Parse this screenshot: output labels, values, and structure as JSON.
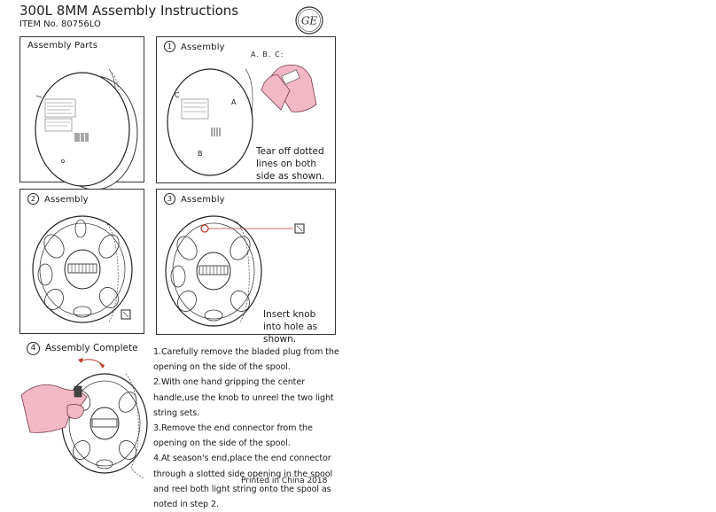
{
  "header": {
    "title": "300L 8MM Assembly Instructions",
    "item_number": "ITEM No. 80756LO",
    "logo_text": "GE"
  },
  "panels": {
    "parts": {
      "label": "Assembly Parts"
    },
    "step1": {
      "number": "1",
      "label": "Assembly",
      "tear_labels": "A. B. C:",
      "letter_a": "A",
      "letter_b": "B",
      "letter_c": "C",
      "note": "Tear off dotted lines on both side as shown."
    },
    "step2": {
      "number": "2",
      "label": "Assembly"
    },
    "step3": {
      "number": "3",
      "label": "Assembly",
      "note": "Insert knob into hole as shown."
    },
    "step4": {
      "number": "4",
      "label": "Assembly  Complete"
    }
  },
  "instructions": [
    "1.Carefully remove the bladed plug from the opening on the side of the spool.",
    "2.With one hand gripping the center handle,use the knob to unreel the two light string sets.",
    "3.Remove the end connector from the opening on the side of the spool.",
    "4.At season's end,place the end connector through a slotted side opening in the spool and reel both light string onto the spool as noted in step 2."
  ],
  "footer": {
    "printed": "Printed in China 2018"
  }
}
